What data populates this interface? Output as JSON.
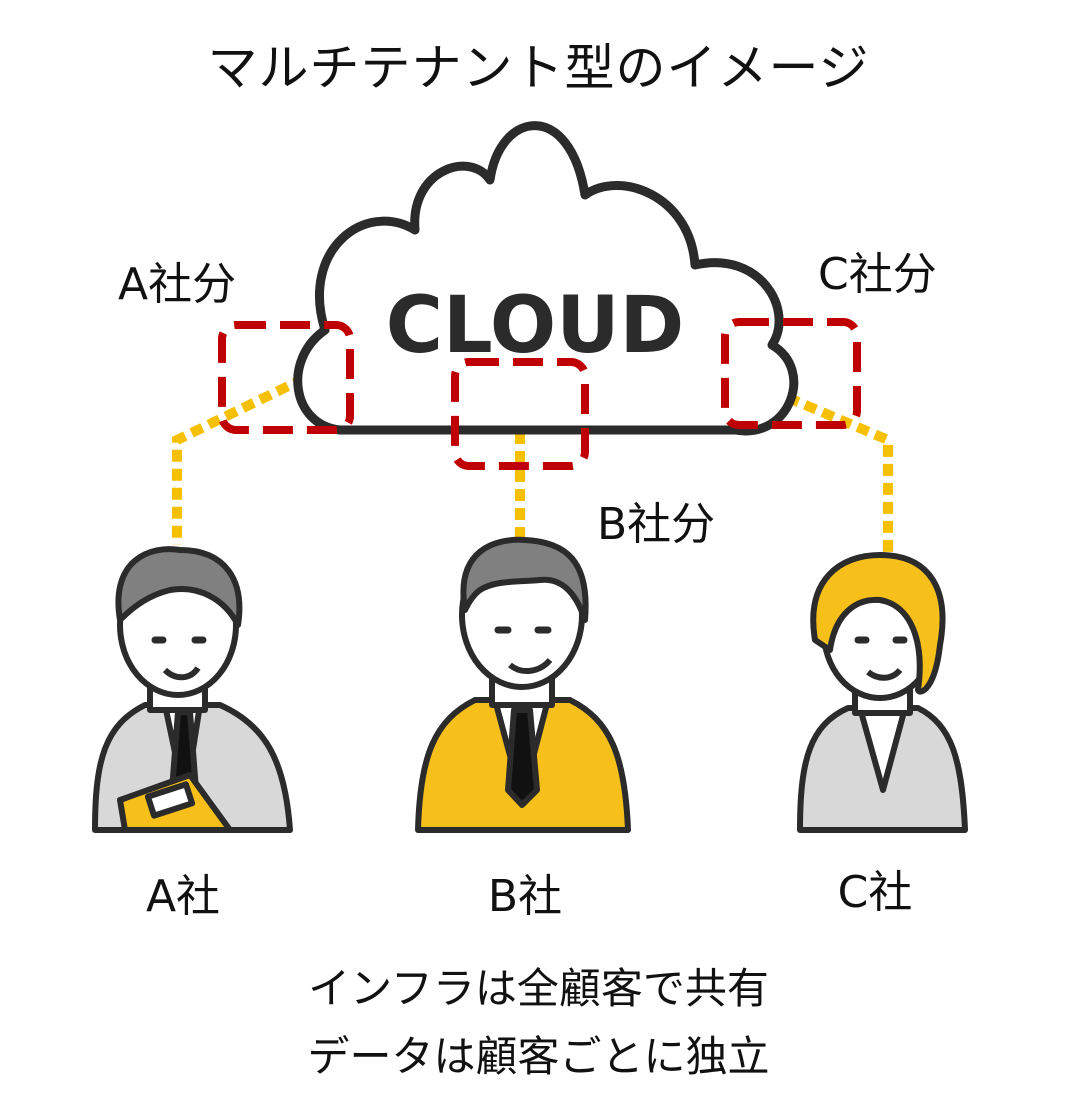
{
  "title": "マルチテナント型のイメージ",
  "cloud": {
    "label": "CLOUD"
  },
  "shares": {
    "a": "A社分",
    "b": "B社分",
    "c": "C社分"
  },
  "companies": {
    "a": "A社",
    "b": "B社",
    "c": "C社"
  },
  "captions": {
    "line1": "インフラは全顧客で共有",
    "line2": "データは顧客ごとに独立"
  },
  "colors": {
    "dashed_box": "#c00000",
    "connector": "#f5c000",
    "outline": "#2b2b2b",
    "suit_yellow": "#f6bf1a",
    "suit_gray": "#d8d8d8",
    "hair_gray": "#808080"
  }
}
